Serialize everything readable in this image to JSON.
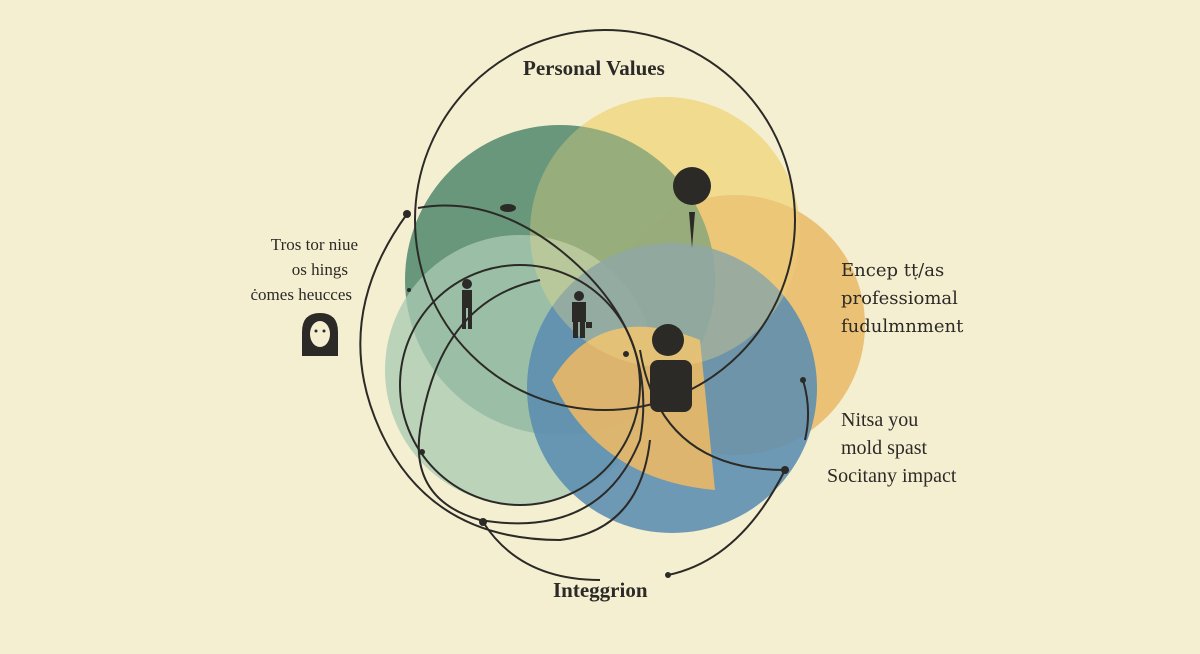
{
  "diagram": {
    "title_top": "Personal Values",
    "title_bottom": "Integgrion",
    "left_label": [
      "Tros tor niue",
      "os hings",
      "ċomes heucces"
    ],
    "right_upper_label": [
      "Encep tṭ/as",
      "professiomal",
      "fudulmnment"
    ],
    "right_lower_label": [
      "Nitsa you",
      "mold spast",
      "Socitany impact"
    ],
    "colors": {
      "background": "#f5efd2",
      "dark_green": "#5b8f74",
      "light_green": "#a9cbb2",
      "yellow": "#f0d98a",
      "orange": "#e9b866",
      "blue": "#5b8db0",
      "ink": "#2b2a26"
    }
  }
}
